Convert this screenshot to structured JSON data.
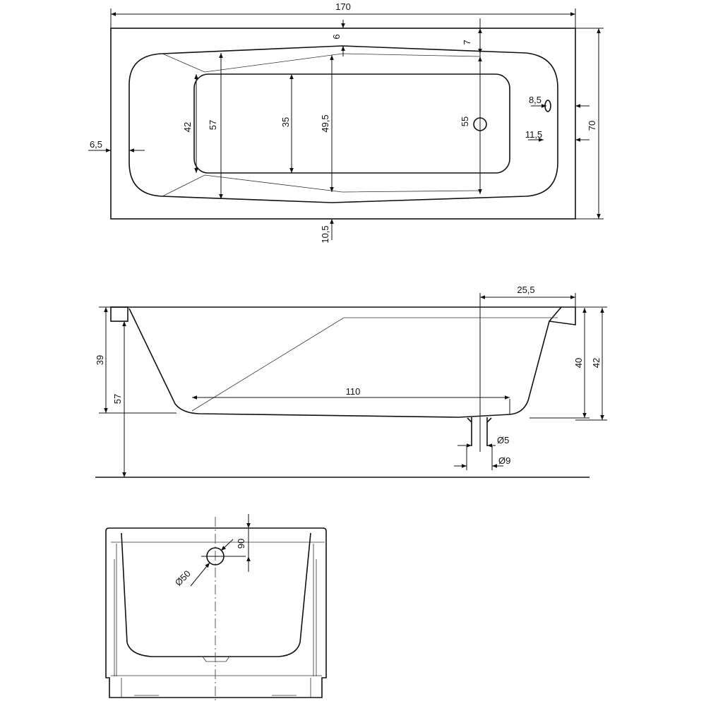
{
  "top_view": {
    "dims": {
      "length": "170",
      "width": "70",
      "rim_top_center": "6",
      "rim_top_drain": "7",
      "inner_57": "57",
      "inner_42": "42",
      "basin_35": "35",
      "center_49_5": "49,5",
      "drain_55": "55",
      "side_6_5": "6,5",
      "overflow_8_5": "8,5",
      "overflow_11_5": "11,5",
      "bottom_10_5": "10,5"
    }
  },
  "side_view": {
    "dims": {
      "drain_offset": "25,5",
      "depth_39": "39",
      "height_57": "57",
      "floor_110": "110",
      "depth_40": "40",
      "depth_42": "42",
      "pipe_inner": "Ø5",
      "pipe_outer": "Ø9"
    }
  },
  "end_view": {
    "dims": {
      "overflow_height": "90",
      "overflow_diameter": "Ø50"
    }
  }
}
